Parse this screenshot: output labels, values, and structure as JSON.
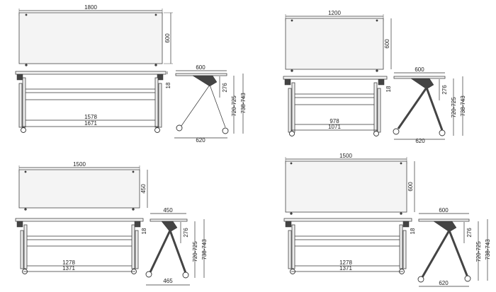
{
  "drawings": [
    {
      "top_width": "1800",
      "top_depth": "600",
      "top_thickness": "18",
      "inner_span": "1578",
      "outer_span": "1671",
      "side_depth": "600",
      "side_gap": "276",
      "side_height": "720-725",
      "side_total": "738-743",
      "side_base": "620"
    },
    {
      "top_width": "1200",
      "top_depth": "600",
      "top_thickness": "18",
      "inner_span": "978",
      "outer_span": "1071",
      "side_depth": "600",
      "side_gap": "276",
      "side_height": "720-725",
      "side_total": "738-743",
      "side_base": "620"
    },
    {
      "top_width": "1500",
      "top_depth": "450",
      "top_thickness": "18",
      "inner_span": "1278",
      "outer_span": "1371",
      "side_depth": "450",
      "side_gap": "276",
      "side_height": "720-725",
      "side_total": "738-743",
      "side_base": "465"
    },
    {
      "top_width": "1500",
      "top_depth": "600",
      "top_thickness": "18",
      "inner_span": "1278",
      "outer_span": "1371",
      "side_depth": "600",
      "side_gap": "276",
      "side_height": "720-725",
      "side_total": "738-743",
      "side_base": "620"
    }
  ]
}
